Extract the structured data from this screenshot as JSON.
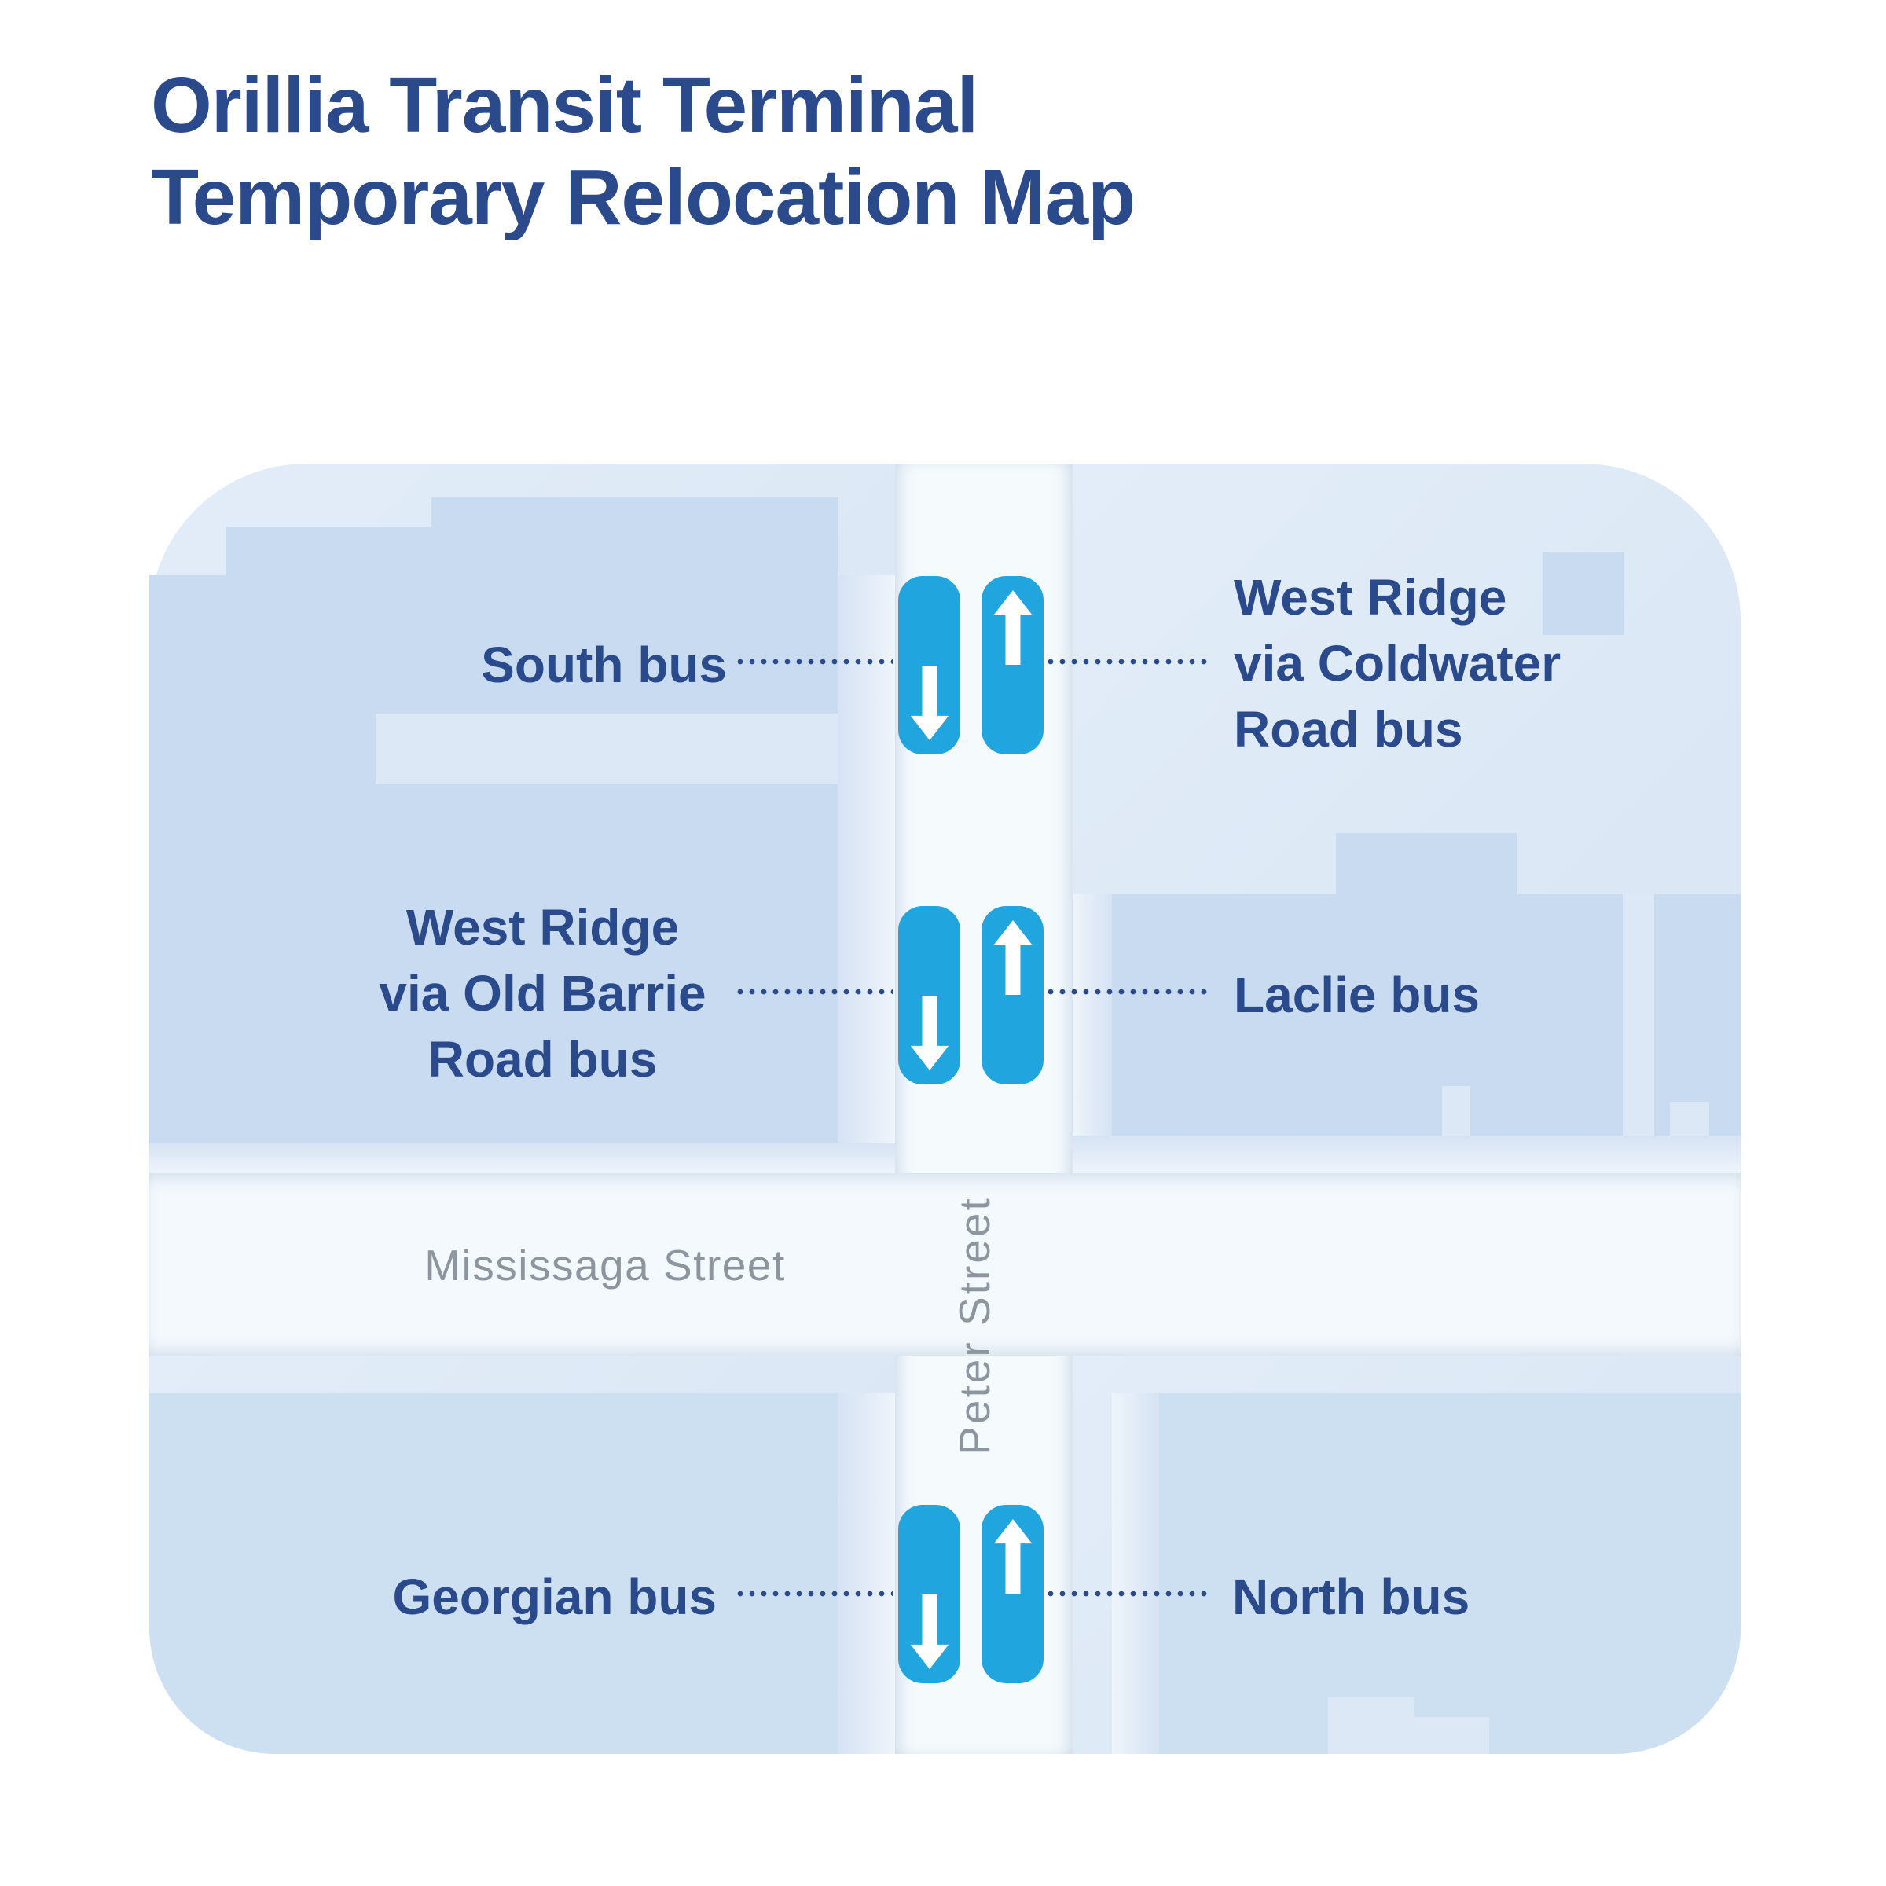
{
  "title": {
    "line1": "Orillia Transit Terminal",
    "line2": "Temporary Relocation Map"
  },
  "map": {
    "streets": {
      "horizontal": "Mississaga Street",
      "vertical": "Peter Street"
    },
    "rows": [
      {
        "left_label": "South bus",
        "right_label_lines": [
          "West Ridge",
          "via Coldwater",
          "Road bus"
        ],
        "left_marker_arrow": "down",
        "right_marker_arrow": "up"
      },
      {
        "left_label_lines": [
          "West Ridge",
          "via Old Barrie",
          "Road bus"
        ],
        "right_label": "Laclie bus",
        "left_marker_arrow": "down",
        "right_marker_arrow": "up"
      },
      {
        "left_label": "Georgian bus",
        "right_label": "North bus",
        "left_marker_arrow": "down",
        "right_marker_arrow": "up"
      }
    ],
    "icons": {
      "up": "arrow-up-icon",
      "down": "arrow-down-icon"
    }
  },
  "colors": {
    "title_navy": "#2A4A8C",
    "label_navy": "#2A4A8C",
    "marker_cyan": "#21A5DF",
    "dotted_line": "#2B4A8C",
    "quadrant_bg": "#DDE8F6",
    "building_block": "#C8DBF1",
    "bottom_block": "#CDE0F2",
    "street": "#F5FAFD",
    "street_label_gray": "#8D959E",
    "page_bg": "#FFFFFF"
  }
}
